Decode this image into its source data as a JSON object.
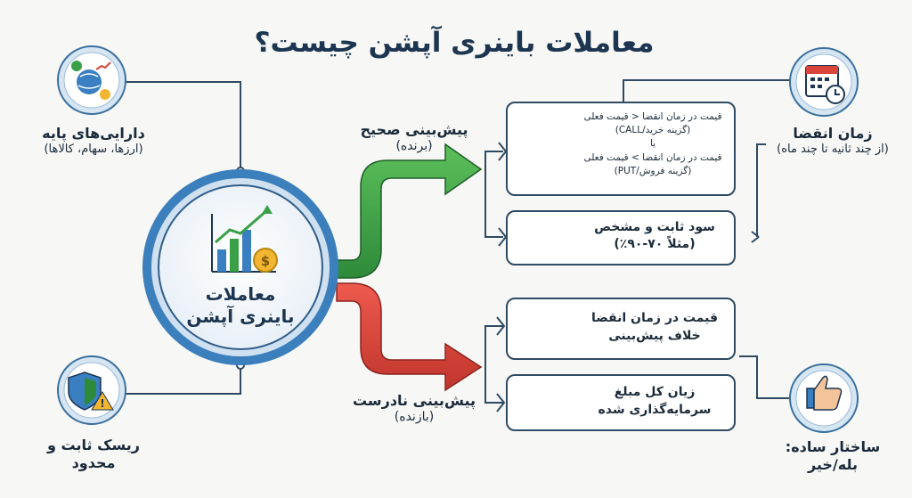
{
  "title": "معاملات باینری آپشن چیست؟",
  "center": {
    "line1": "معاملات",
    "line2": "باینری آپشن"
  },
  "left_top": {
    "title": "دارایی‌های پایه",
    "sub": "(ارزها، سهام، کالاها)"
  },
  "left_bottom": {
    "line1": "ریسک ثابت و",
    "line2": "محدود"
  },
  "right_top": {
    "title": "زمان انقضا",
    "sub": "(از چند ثانیه تا چند ماه)"
  },
  "right_bottom": {
    "line1": "ساختار ساده:",
    "line2": "بله/خیر"
  },
  "correct": {
    "title": "پیش‌بینی صحیح",
    "sub": "(برنده)"
  },
  "wrong": {
    "title": "پیش‌بینی نادرست",
    "sub": "(بازنده)"
  },
  "box_call_put": {
    "l1": "قیمت در زمان انقضا < قیمت فعلی",
    "l2": "(گزینه خرید/CALL)",
    "l3": "یا",
    "l4": "قیمت در زمان انقضا > قیمت فعلی",
    "l5": "(گزینه فروش/PUT)"
  },
  "box_profit": {
    "l1": "سود ثابت و مشخص",
    "l2": "(مثلاً ۷۰-۹۰٪)"
  },
  "box_against": {
    "l1": "قیمت در زمان انقضا",
    "l2": "خلاف پیش‌بینی"
  },
  "box_loss": {
    "l1": "زیان کل مبلغ",
    "l2": "سرمایه‌گذاری شده"
  },
  "colors": {
    "navy": "#1c3550",
    "green": "#3aa047",
    "red": "#d9443b",
    "blue": "#3a7fc1"
  },
  "icons": [
    "globe-currency-icon",
    "shield-warning-icon",
    "calendar-clock-icon",
    "thumbs-icon",
    "growth-chart-coin-icon",
    "up-arrow-clock-icon",
    "coins-percent-icon",
    "down-arrow-clock-icon",
    "crossed-money-icon"
  ]
}
